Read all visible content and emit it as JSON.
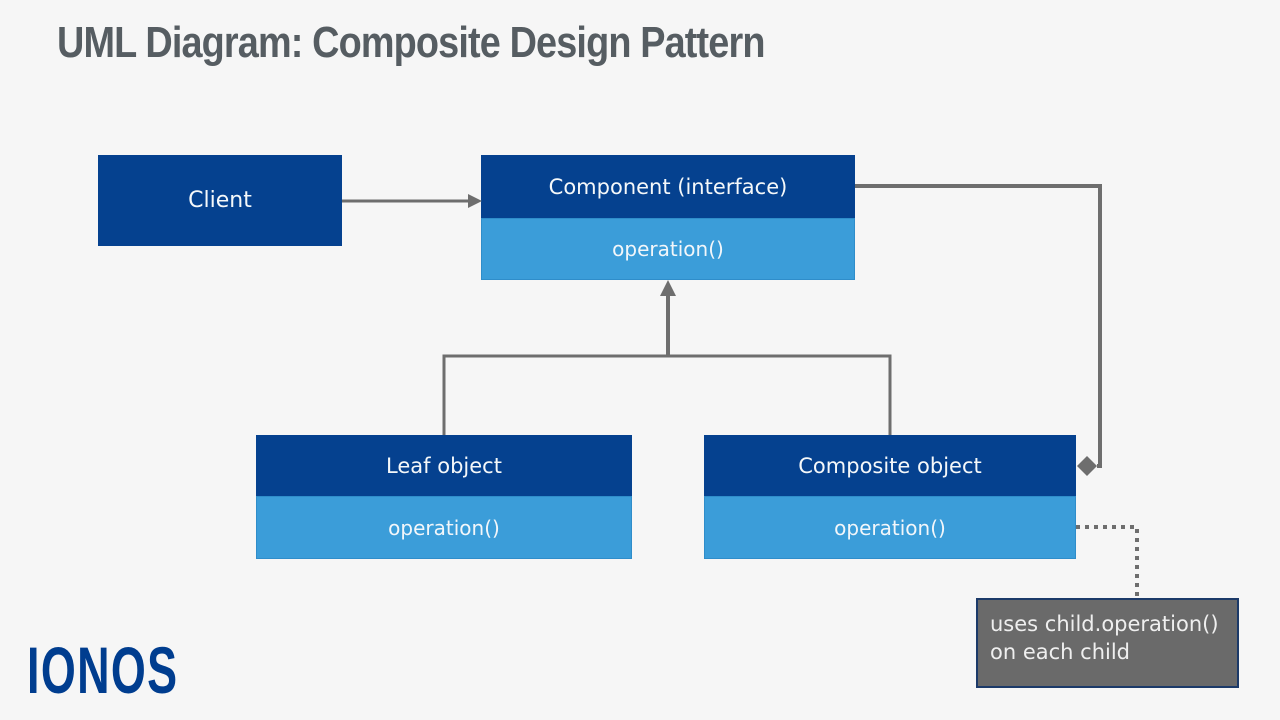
{
  "title": "UML Diagram: Composite Design Pattern",
  "boxes": {
    "client": {
      "label": "Client"
    },
    "component": {
      "title": "Component (interface)",
      "operation": "operation()"
    },
    "leaf": {
      "title": "Leaf object",
      "operation": "operation()"
    },
    "composite": {
      "title": "Composite object",
      "operation": "operation()"
    }
  },
  "note": {
    "line1": "uses child.operation()",
    "line2": "on each child"
  },
  "logo": {
    "text": "IONOS"
  },
  "colors": {
    "background": "#f6f6f6",
    "title_text": "#565d62",
    "box_header_blue": "#05418f",
    "box_body_blue": "#3b9dd9",
    "connector_gray": "#6e6e6e",
    "note_background": "#6a6a6a",
    "note_border": "#1c3a69",
    "logo_blue": "#003d8f",
    "text_on_blue": "#f5f8fa"
  }
}
